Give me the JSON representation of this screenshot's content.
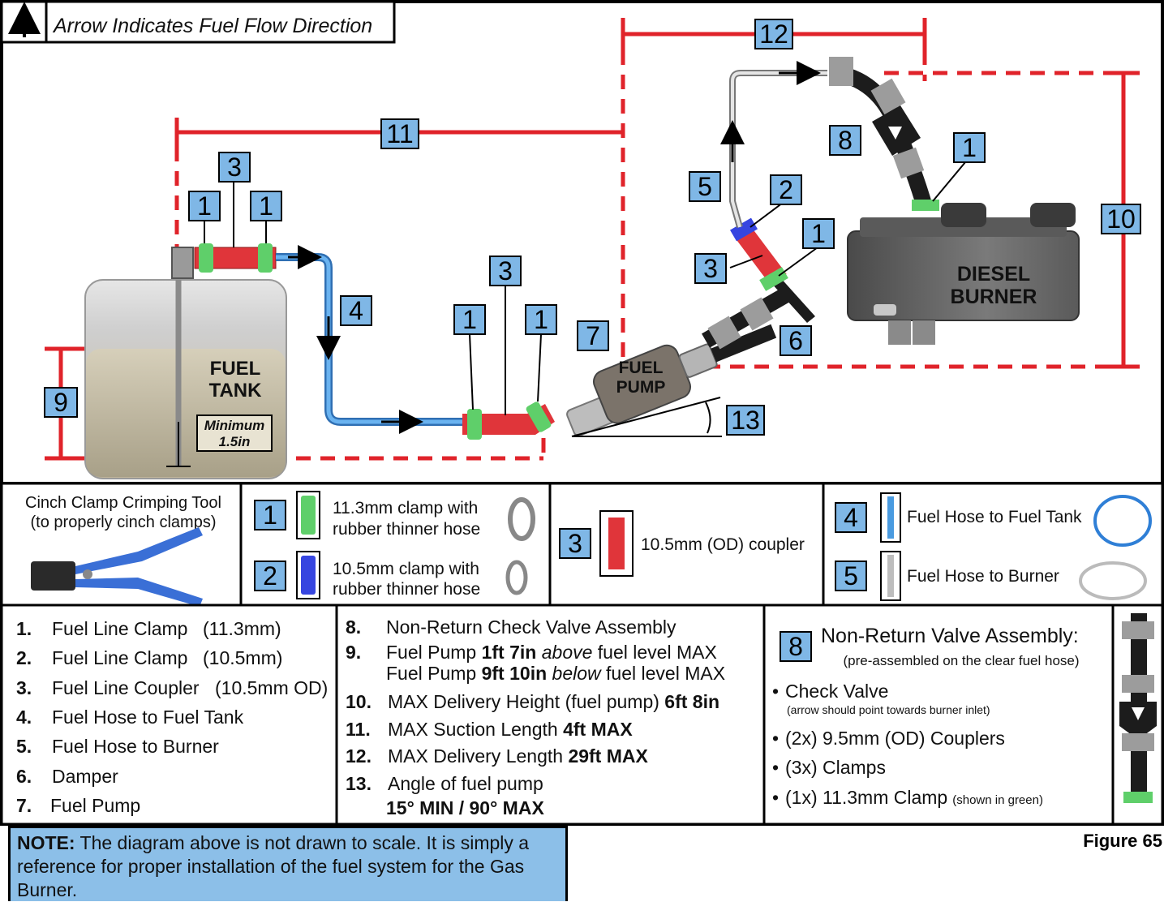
{
  "header": {
    "label": "Arrow Indicates Fuel Flow Direction"
  },
  "labels": {
    "fuel_tank_1": "FUEL",
    "fuel_tank_2": "TANK",
    "minimum_1": "Minimum",
    "minimum_2": "1.5in",
    "fuel_pump_1": "FUEL",
    "fuel_pump_2": "PUMP",
    "burner_1": "DIESEL",
    "burner_2": "BURNER"
  },
  "callouts": {
    "n1": "1",
    "n2": "2",
    "n3": "3",
    "n4": "4",
    "n5": "5",
    "n6": "6",
    "n7": "7",
    "n8": "8",
    "n9": "9",
    "n10": "10",
    "n11": "11",
    "n12": "12",
    "n13": "13"
  },
  "legend": {
    "tool_title_1": "Cinch Clamp Crimping Tool",
    "tool_title_2": "(to properly cinch clamps)",
    "clamp1_line1": "11.3mm clamp with",
    "clamp1_line2": "rubber thinner hose",
    "clamp2_line1": "10.5mm clamp with",
    "clamp2_line2": "rubber thinner hose",
    "coupler": "10.5mm (OD) coupler",
    "hose4": "Fuel Hose to Fuel Tank",
    "hose5": "Fuel Hose to Burner"
  },
  "parts_list": [
    {
      "num": "1.",
      "text": "Fuel Line Clamp",
      "extra": "(11.3mm)"
    },
    {
      "num": "2.",
      "text": "Fuel Line Clamp",
      "extra": "(10.5mm)"
    },
    {
      "num": "3.",
      "text": "Fuel Line Coupler",
      "extra": "(10.5mm OD)"
    },
    {
      "num": "4.",
      "text": "Fuel Hose to Fuel Tank",
      "extra": ""
    },
    {
      "num": "5.",
      "text": "Fuel Hose to Burner",
      "extra": ""
    },
    {
      "num": "6.",
      "text": "Damper",
      "extra": ""
    },
    {
      "num": "7.",
      "text": "Fuel Pump",
      "extra": ""
    }
  ],
  "specs": {
    "s8_num": "8.",
    "s8": "Non-Return Check Valve Assembly",
    "s9_num": "9.",
    "s9a_pre": "Fuel Pump ",
    "s9a_bold": "1ft 7in",
    "s9a_it": "above",
    "s9a_post": " fuel level MAX",
    "s9b_pre": "Fuel Pump ",
    "s9b_bold": "9ft 10in",
    "s9b_it": "below",
    "s9b_post": " fuel level MAX",
    "s10_num": "10.",
    "s10": "MAX Delivery Height (fuel pump) ",
    "s10_bold": "6ft 8in",
    "s11_num": "11.",
    "s11": "MAX Suction Length ",
    "s11_bold": "4ft MAX",
    "s12_num": "12.",
    "s12": "MAX Delivery Length ",
    "s12_bold": "29ft MAX",
    "s13_num": "13.",
    "s13": "Angle of fuel pump",
    "s13_bold": "15° MIN / 90° MAX"
  },
  "valve": {
    "title": "Non-Return Valve Assembly:",
    "subtitle": "(pre-assembled on the clear fuel hose)",
    "b1": "Check Valve",
    "b1_sub": "(arrow should point towards burner inlet)",
    "b2": "(2x) 9.5mm (OD) Couplers",
    "b3": "(3x) Clamps",
    "b4": "(1x) 11.3mm Clamp",
    "b4_sub": "(shown in green)"
  },
  "note": {
    "label": "NOTE:",
    "text": " The diagram above is not drawn to scale. It is simply a reference for proper installation of the fuel system for the Gas Burner."
  },
  "figure": "Figure 65",
  "colors": {
    "dimension_red": "#e0232a",
    "callout_blue": "#7fb7e6",
    "hose_blue": "#4a9be0",
    "clamp_green": "#5fcf6a",
    "coupler_red": "#e0353a",
    "note_blue": "#8cbfe8"
  }
}
